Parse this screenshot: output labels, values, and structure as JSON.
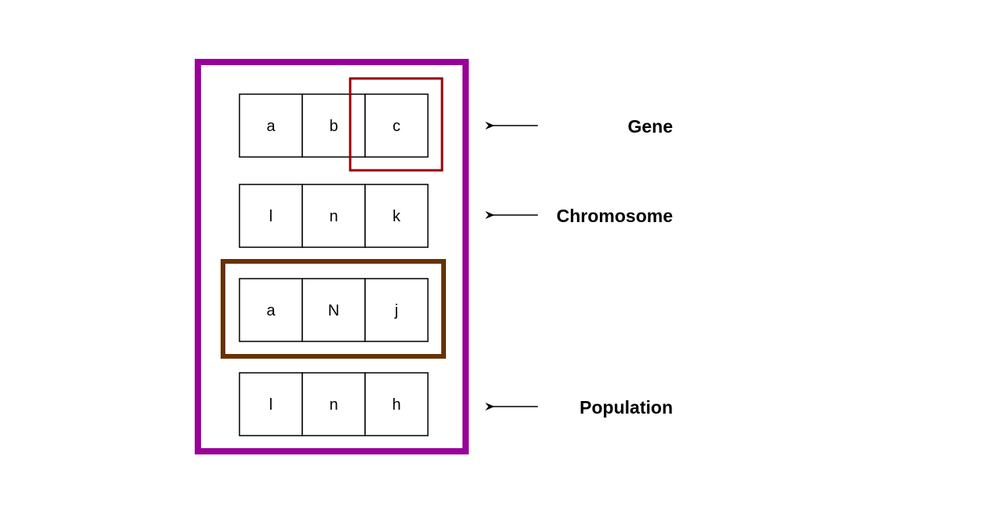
{
  "diagram": {
    "rows": [
      {
        "cells": [
          "a",
          "b",
          "c"
        ]
      },
      {
        "cells": [
          "l",
          "n",
          "k"
        ]
      },
      {
        "cells": [
          "a",
          "N",
          "j"
        ]
      },
      {
        "cells": [
          "l",
          "n",
          "h"
        ]
      }
    ],
    "labels": {
      "gene": "Gene",
      "chromosome": "Chromosome",
      "population": "Population"
    },
    "colors": {
      "population_border": "#990099",
      "gene_highlight": "#990000",
      "chromosome_highlight": "#663300",
      "cell_border": "#000000",
      "arrow": "#000000"
    }
  }
}
